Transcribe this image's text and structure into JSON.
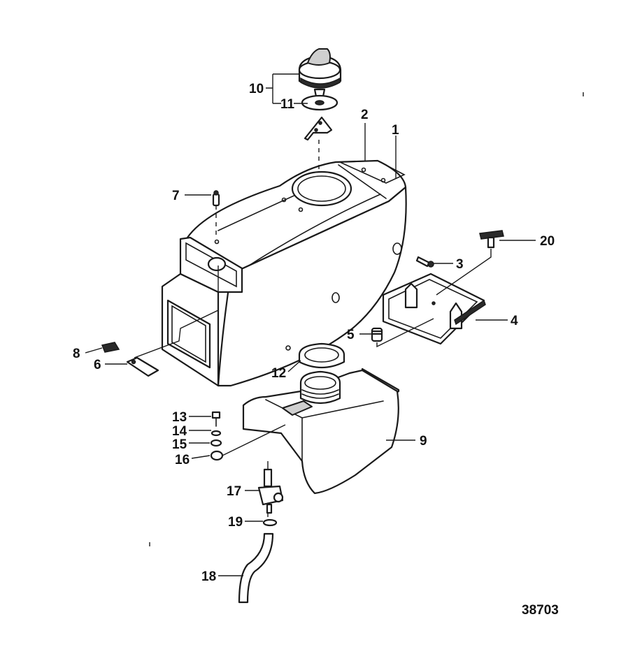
{
  "diagram": {
    "reference_number": "38703",
    "callouts": [
      "1",
      "2",
      "3",
      "4",
      "5",
      "6",
      "7",
      "8",
      "9",
      "10",
      "11",
      "12",
      "13",
      "14",
      "15",
      "16",
      "17",
      "18",
      "19",
      "20"
    ]
  }
}
